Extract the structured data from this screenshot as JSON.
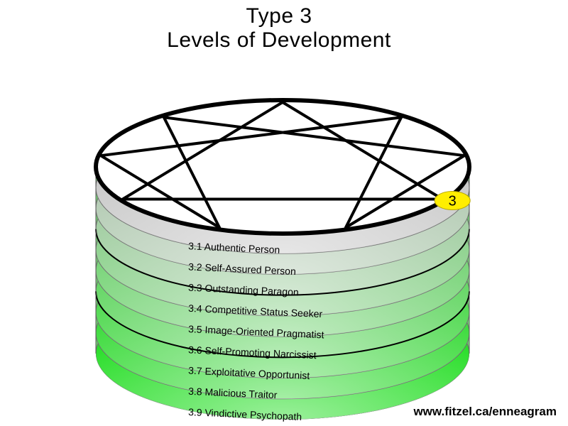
{
  "title": {
    "line1": "Type 3",
    "line2": "Levels of Development"
  },
  "type_badge": "3",
  "levels": [
    "3.1 Authentic Person",
    "3.2 Self-Assured Person",
    "3.3 Outstanding Paragon",
    "3.4 Competitive Status Seeker",
    "3.5 Image-Oriented Pragmatist",
    "3.6 Self-Promoting Narcissist",
    "3.7 Exploitative Opportunist",
    "3.8 Malicious Traitor",
    "3.9 Vindictive Psychopath"
  ],
  "website": "www.fitzel.ca/enneagram",
  "colors": {
    "top_band": "#c8c8c8",
    "bottom_band": "#22dd22",
    "badge": "#ffee00",
    "outline": "#000000"
  }
}
